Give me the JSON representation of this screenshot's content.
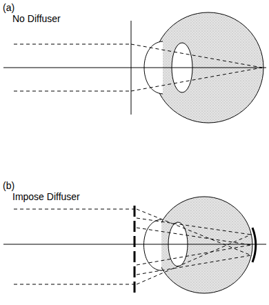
{
  "diagram": {
    "labels": [
      "(a)",
      "No Diffuser",
      "(b)",
      "Impose Diffuser"
    ]
  }
}
